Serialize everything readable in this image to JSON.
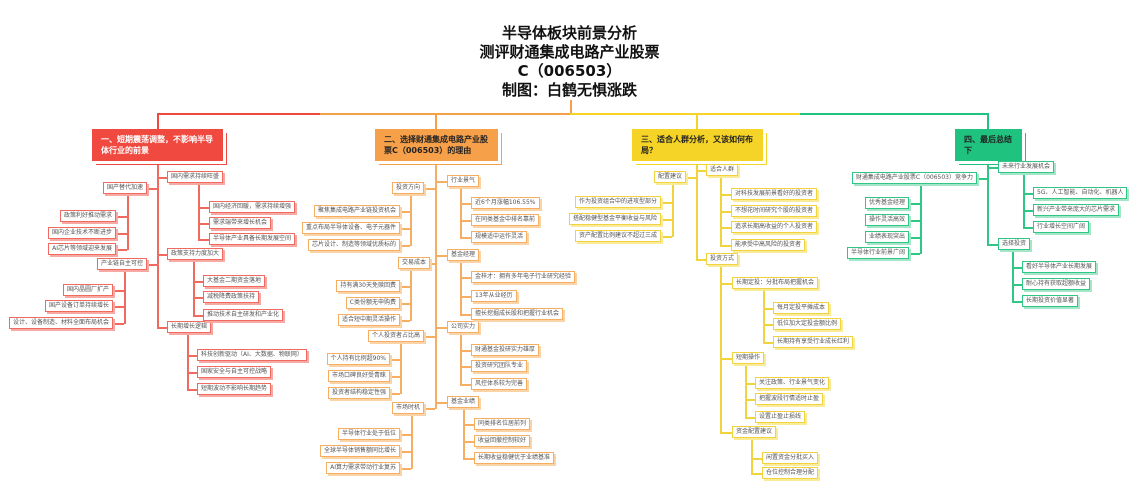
{
  "title": {
    "line1": "半导体板块前景分析",
    "line2": "测评财通集成电路产业股票",
    "line3": "C（006503）",
    "line4": "制图：白鹤无惧涨跌"
  },
  "colors": {
    "red": "#f04a40",
    "orange": "#f7a04a",
    "yellow": "#f5d327",
    "green": "#1fc27f"
  },
  "nodes": {
    "b1": "一、短期震荡调整，不影响半导体行业的前景",
    "b1r1": "国内需求持续旺盛",
    "b1r1a": "国内经济回暖，需求持续增强",
    "b1r1b": "需求端带来增长机会",
    "b1r1c": "半导体产业具备长期发展空间",
    "b1r2": "政策支持力度加大",
    "b1r2a": "大基金二期资金落地",
    "b1r2b": "减税降费政策扶持",
    "b1r2c": "推动技术自主研发和产业化",
    "b1r3": "长期增长逻辑",
    "b1r3a": "科技创新驱动（AI、大数据、物联网）",
    "b1r3b": "国家安全与自主可控战略",
    "b1r3c": "短期波动不影响长期趋势",
    "b1l1": "国产替代加速",
    "b1l1a": "政策利好推动需求",
    "b1l1b": "国内企业技术不断进步",
    "b1l1c": "AI芯片等领域迎来发展",
    "b1l2": "产业链自主可控",
    "b1l2a": "国内晶圆厂扩产",
    "b1l2b": "国产设备订单持续增长",
    "b1l2c": "设计、设备制造、材料全面布局机会",
    "b2": "二、选择财通集成电路产业股票C（006503）的理由",
    "b2r1": "行业景气",
    "b2r1a": "近6个月涨幅106.55%",
    "b2r1b": "在同类基金中排名靠前",
    "b2r1c": "规模适中运作灵活",
    "b2r2": "基金经理",
    "b2r2a": "金梓才：拥有多年电子行业研究经验",
    "b2r2b": "13年从业经历",
    "b2r2c": "擅长挖掘成长股和把握行业机会",
    "b2r3": "公司实力",
    "b2r3a": "财通基金投研实力雄厚",
    "b2r3b": "投资研究团队专业",
    "b2r3c": "风控体系较为完善",
    "b2r4": "基金业绩",
    "b2r4a": "同类排名位居前列",
    "b2r4b": "收益回撤控制较好",
    "b2r4c": "长期收益稳健优于业绩基准",
    "b2l1": "投资方向",
    "b2l1a": "聚焦集成电路产业链投资机会",
    "b2l1b": "重点布局半导体设备、电子元器件",
    "b2l1c": "芯片设计、制造等领域优质标的",
    "b2l2": "交易成本",
    "b2l2a": "持有满30天免赎回费",
    "b2l2b": "C类份额无申购费",
    "b2l2c": "适合短中期灵活操作",
    "b2l3": "个人投资者占比高",
    "b2l3a": "个人持有比例超90%",
    "b2l3b": "市场口碑良好受青睐",
    "b2l3c": "投资者结构稳定性强",
    "b2l4": "市场时机",
    "b2l4a": "半导体行业处于低位",
    "b2l4b": "全球半导体销售额同比增长",
    "b2l4c": "AI算力需求带动行业复苏",
    "b3": "三、适合人群分析，又该如何布局？",
    "b3r1": "适合人群",
    "b3r1a": "对科技发展前景看好的投资者",
    "b3r1b": "不想花时间研究个股的投资者",
    "b3r1c": "追求长期高收益的个人投资者",
    "b3r1d": "能承受中高风险的投资者",
    "b3r2": "投资方式",
    "b3r2a": "长期定投：分批布局把握机会",
    "b3r2a1": "每月定投平摊成本",
    "b3r2a2": "低位加大定投金额比例",
    "b3r2a3": "长期持有享受行业成长红利",
    "b3r2b": "短期操作",
    "b3r2b1": "关注政策、行业景气变化",
    "b3r2b2": "把握波段行情适时止盈",
    "b3r2b3": "设置止盈止损线",
    "b3r2c": "资金配置建议",
    "b3r2c1": "闲置资金分批买入",
    "b3r2c2": "仓位控制合理分配",
    "b3l1": "配置建议",
    "b3l1a": "作为投资组合中的进攻型部分",
    "b3l1b": "搭配稳健型基金平衡收益与风险",
    "b3l1c": "资产配置比例建议不超过三成",
    "b4": "四、最后总结下",
    "b4r1": "未来行业发展机会",
    "b4r1a": "5G、人工智能、自动化、机器人",
    "b4r1b": "新兴产业带来庞大的芯片需求",
    "b4r1c": "行业增长空间广阔",
    "b4r2": "选择投资",
    "b4r2a": "看好半导体产业长期发展",
    "b4r2b": "耐心持有获取超额收益",
    "b4r2c": "长期投资价值显著",
    "b4l1": "财通集成电路产业股票C（006503）竞争力",
    "b4l1a": "优秀基金经理",
    "b4l1b": "操作灵活高效",
    "b4l1c": "业绩表现突出",
    "b4l1d": "半导体行业前景广阔"
  }
}
